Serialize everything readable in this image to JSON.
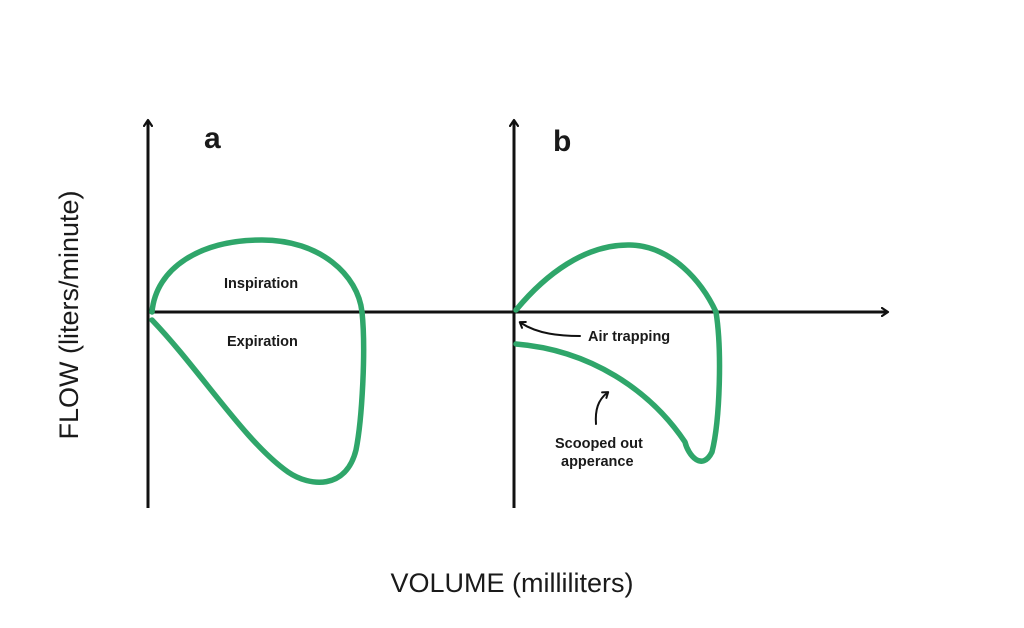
{
  "axes": {
    "y_title": "FLOW (liters/minute)",
    "x_title": "VOLUME (milliliters)"
  },
  "panel_a": {
    "letter": "a",
    "inspiration_label": "Inspiration",
    "expiration_label": "Expiration"
  },
  "panel_b": {
    "letter": "b",
    "air_trapping_label": "Air trapping",
    "scooped_label_line1": "Scooped out",
    "scooped_label_line2": "apperance"
  },
  "colors": {
    "loop": "#2fa66a",
    "axis": "#111111"
  }
}
